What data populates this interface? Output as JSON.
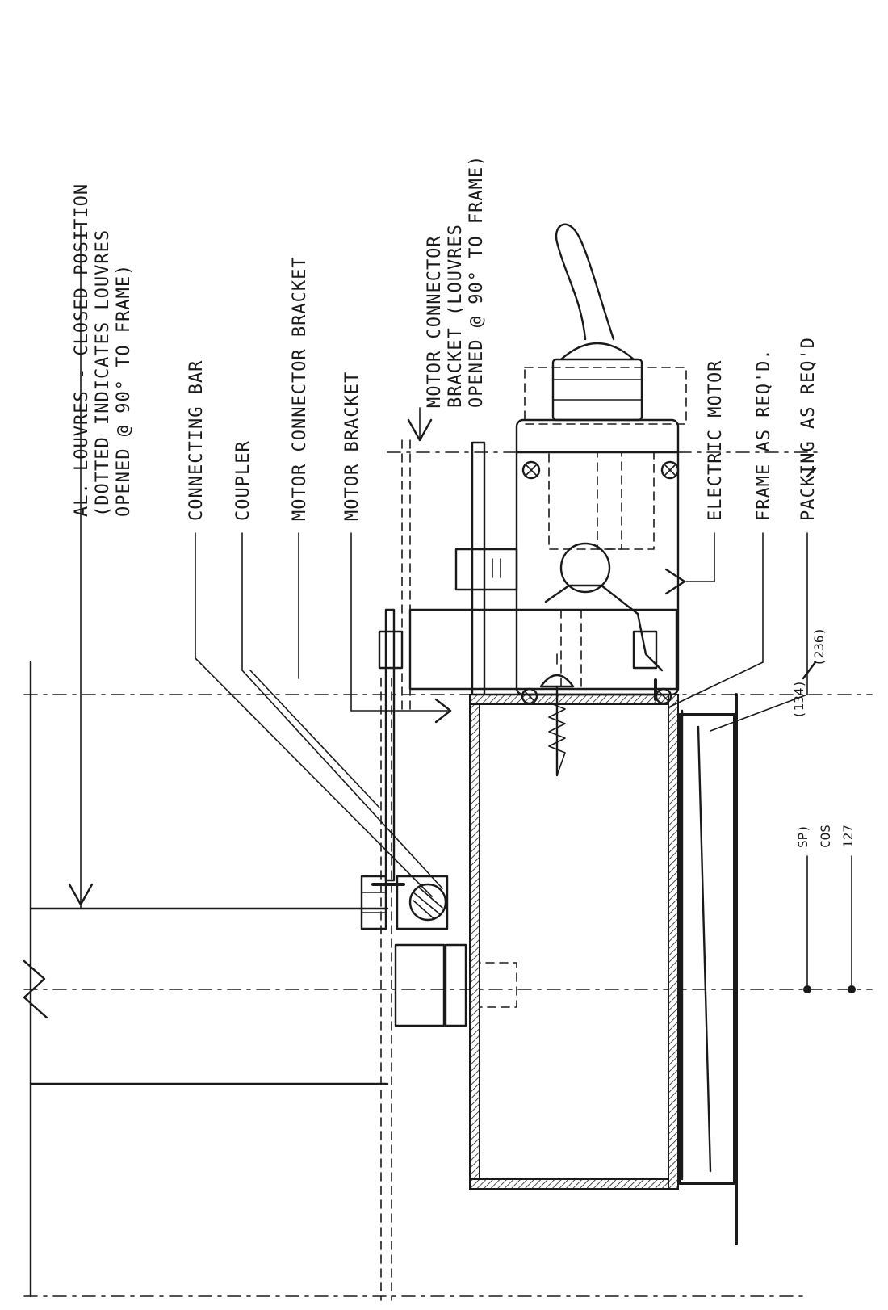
{
  "labels": {
    "louvers_line1": "AL. LOUVRES - CLOSED POSITION",
    "louvers_line2": "(DOTTED INDICATES LOUVRES",
    "louvers_line3": "OPENED @ 90° TO FRAME)",
    "connecting_bar": "CONNECTING BAR",
    "coupler": "COUPLER",
    "motor_connector_bracket": "MOTOR CONNECTOR BRACKET",
    "motor_bracket": "MOTOR BRACKET",
    "mcb_open_line1": "MOTOR CONNECTOR",
    "mcb_open_line2": "BRACKET (LOUVRES",
    "mcb_open_line3": "OPENED @ 90° TO FRAME)",
    "electric_motor": "ELECTRIC MOTOR",
    "frame": "FRAME AS REQ'D.",
    "packing": "PACKING AS REQ'D"
  },
  "dimensions": {
    "d1": "(134)",
    "d2": "(236)",
    "d3": "SP)",
    "d4": "COS",
    "d5": "127"
  },
  "colors": {
    "ink": "#1a1a1a",
    "paper": "#ffffff"
  }
}
